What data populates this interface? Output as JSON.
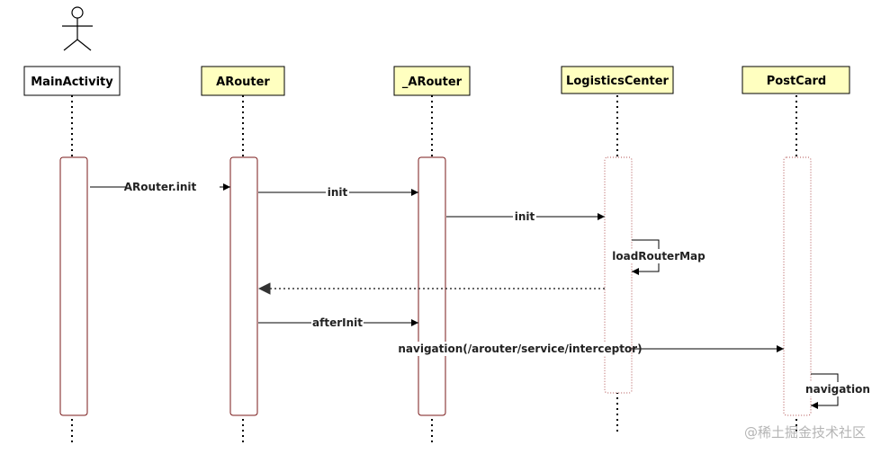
{
  "participants": [
    {
      "id": "actor",
      "label": ""
    },
    {
      "id": "main_activity",
      "label": "MainActivity",
      "fill": "#ffffff"
    },
    {
      "id": "arouter",
      "label": "ARouter",
      "fill": "#ffffc0"
    },
    {
      "id": "_arouter",
      "label": "_ARouter",
      "fill": "#ffffc0"
    },
    {
      "id": "logistics_center",
      "label": "LogisticsCenter",
      "fill": "#ffffc0"
    },
    {
      "id": "postcard",
      "label": "PostCard",
      "fill": "#ffffc0"
    }
  ],
  "messages": [
    {
      "id": "m1",
      "from": "main_activity",
      "to": "arouter",
      "label": "ARouter.init",
      "style": "solid"
    },
    {
      "id": "m2",
      "from": "arouter",
      "to": "_arouter",
      "label": "init",
      "style": "solid"
    },
    {
      "id": "m3",
      "from": "_arouter",
      "to": "logistics_center",
      "label": "init",
      "style": "solid"
    },
    {
      "id": "m4",
      "from": "logistics_center",
      "to": "logistics_center",
      "label": "loadRouterMap",
      "style": "self"
    },
    {
      "id": "m5",
      "from": "logistics_center",
      "to": "arouter",
      "label": "",
      "style": "dotted-return"
    },
    {
      "id": "m6",
      "from": "arouter",
      "to": "_arouter",
      "label": "afterInit",
      "style": "solid"
    },
    {
      "id": "m7",
      "from": "_arouter",
      "to": "postcard",
      "label": "navigation(/arouter/service/interceptor)",
      "style": "solid"
    },
    {
      "id": "m8",
      "from": "postcard",
      "to": "postcard",
      "label": "navigation",
      "style": "self"
    }
  ],
  "colors": {
    "activation_solid_border": "#7a1a1a",
    "activation_dotted_border": "#b05050",
    "box_border": "#000000",
    "arrow": "#000000"
  },
  "watermark": "@稀土掘金技术社区"
}
